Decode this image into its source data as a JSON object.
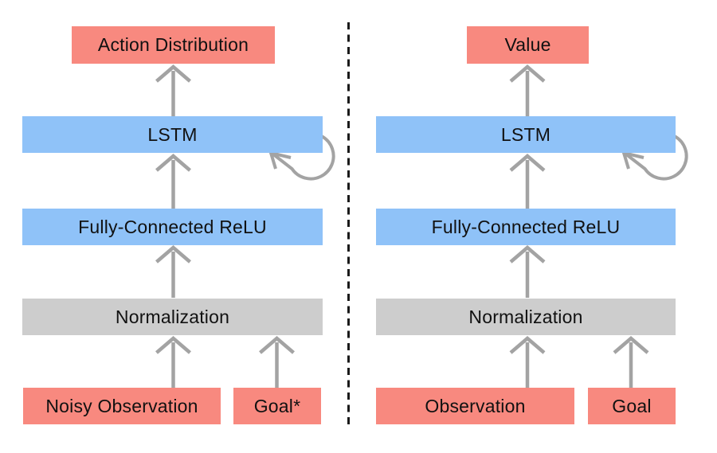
{
  "colors": {
    "io_box": "#F8897F",
    "hidden_box": "#8FC2F8",
    "norm_box": "#CDCDCD",
    "arrow": "#A3A3A3",
    "divider": "#1A1A1A",
    "text": "#111111",
    "background": "#FFFFFF"
  },
  "left_network": {
    "output": "Action Distribution",
    "lstm": "LSTM",
    "fc": "Fully-Connected ReLU",
    "norm": "Normalization",
    "input_main": "Noisy Observation",
    "input_goal": "Goal*"
  },
  "right_network": {
    "output": "Value",
    "lstm": "LSTM",
    "fc": "Fully-Connected ReLU",
    "norm": "Normalization",
    "input_main": "Observation",
    "input_goal": "Goal"
  }
}
